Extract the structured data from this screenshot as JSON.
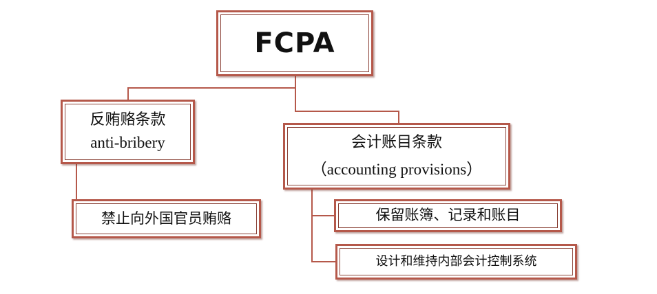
{
  "root": {
    "label": "FCPA"
  },
  "anti_bribery": {
    "label_zh": "反贿赂条款",
    "label_en": "anti-bribery",
    "child": "禁止向外国官员贿赂"
  },
  "accounting": {
    "label_zh": "会计账目条款",
    "label_en": "（accounting provisions）",
    "children": [
      "保留账簿、记录和账目",
      "设计和维持内部会计控制系统"
    ]
  },
  "colors": {
    "border": "#b5584a",
    "connector": "#b5584a",
    "text": "#111111"
  }
}
